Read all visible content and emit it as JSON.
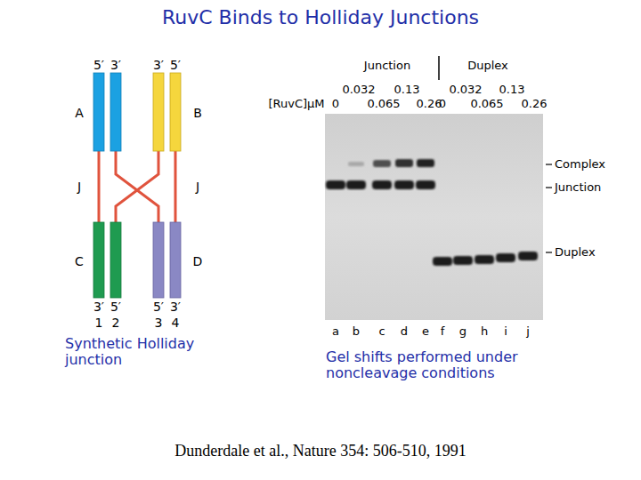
{
  "diagram": {
    "title": "RuvC Binds to Holliday Junctions",
    "caption": "Dunderdale et al., Nature 354: 506-510, 1991",
    "labels": [
      "5′",
      "3′",
      "3′",
      "5′",
      "A",
      "B",
      "J",
      "J",
      "C",
      "D",
      "3′",
      "5′",
      "5′",
      "3′",
      "1",
      "2",
      "3",
      "4",
      "Synthetic Holliday junction",
      "Junction",
      "Duplex",
      "0.032",
      "0.13",
      "0.032",
      "0.13",
      "[RuvC]μM",
      "0",
      "0.065",
      "0.26",
      "0",
      "0.065",
      "0.26",
      "Complex",
      "Junction",
      "Duplex",
      "a",
      "b",
      "c",
      "d",
      "e",
      "f",
      "g",
      "h",
      "i",
      "j",
      "Gel shifts performed under noncleavage conditions"
    ]
  }
}
